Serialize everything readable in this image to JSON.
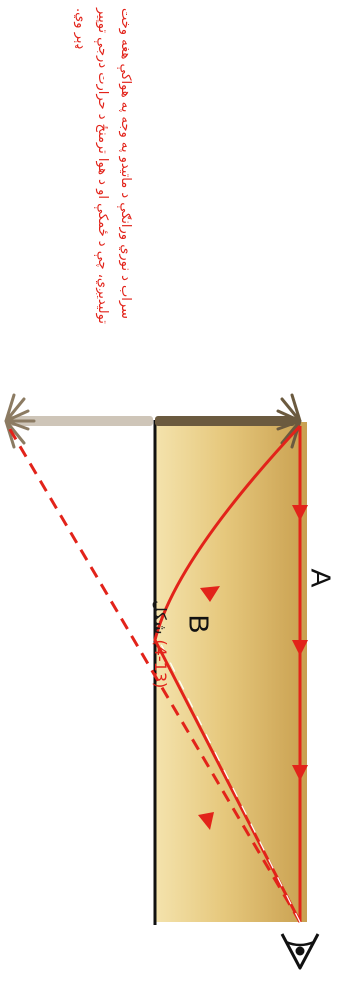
{
  "figure": {
    "title_prefix": "شکل",
    "title_number": "(4-13)",
    "caption_lines": [
      "سراب د نوري ورانګې د ماتیدو په وجه په هواکې هغه وخت",
      "تولیدیږي، چې د ځمکې او د هوا ترمنځ د حرارت درجې توپیر",
      "ډېر وي."
    ],
    "labels": {
      "point_a": "A",
      "point_b": "B"
    },
    "colors": {
      "ray": "#e2231a",
      "sand_top": "#f1dc9c",
      "sand_bottom": "#c9a050",
      "ground_line": "#111111",
      "caption": "#e2231a"
    },
    "icons": [
      "palm-tree-icon",
      "palm-tree-reflection-icon",
      "eye-icon"
    ]
  }
}
